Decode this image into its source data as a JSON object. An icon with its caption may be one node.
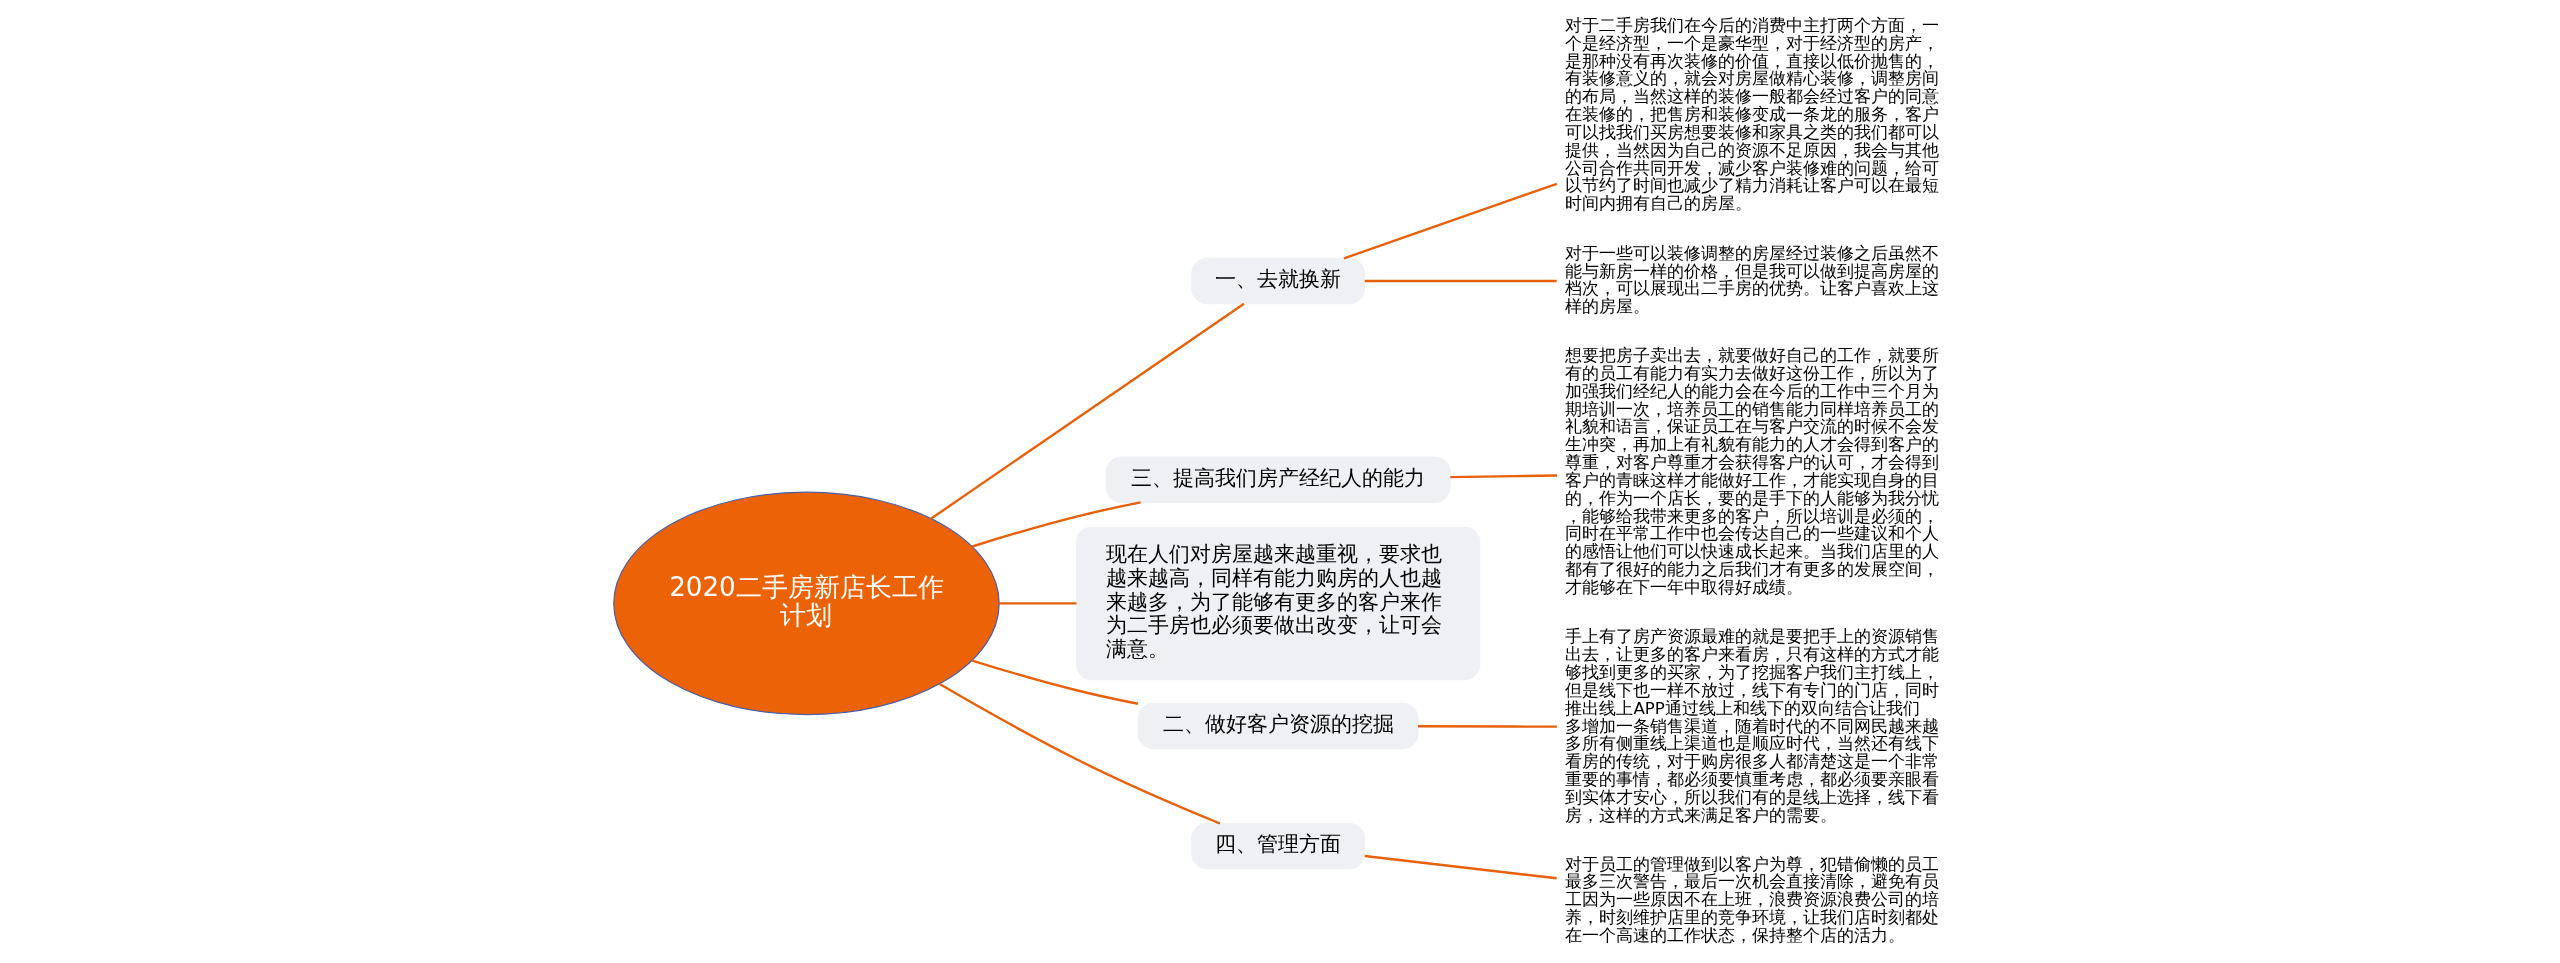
{
  "diagram": {
    "nodes": [
      {
        "text": [
          "2020二手房新店长工作计划"
        ]
      },
      {
        "text": [
          "一、去就换新"
        ]
      },
      {
        "text": [
          "对于二手房我们在今后的消费中主打两个方面，一个是经济型，一个是豪华型，对于经济型的房产，是那种没有再次装修的价值，直接以低价抛售的，有装修意义的，就会对房屋做精心装修，调整房间的布局，当然这样的装修一般都会经过客户的同意在装修的，把售房和装修变成一条龙的服务，客户可以找我们买房想要装修和家具之类的我们都可以提供，当然因为自己的资源不足原因，我会与其他公司合作共同开发，减少客户装修难的问题，给可以节约了时间也减少了精力消耗让客户可以在最短时间内拥有自己的房屋。"
        ]
      },
      {
        "text": [
          "对于一些可以装修调整的房屋经过装修之后虽然不能与新房一样的价格，但是我可以做到提高房屋的档次，可以展现出二手房的优势。让客户喜欢上这样的房屋。"
        ]
      },
      {
        "text": [
          "三、提高我们房产经纪人的能力"
        ]
      },
      {
        "text": [
          "想要把房子卖出去，就要做好自己的工作，就要所有的员工有能力有实力去做好这份工作，所以为了加强我们经纪人的能力会在今后的工作中三个月为期培训一次，培养员工的销售能力同样培养员工的礼貌和语言，保证员工在与客户交流的时候不会发生冲突，再加上有礼貌有能力的人才会得到客户的尊重，对客户尊重才会获得客户的认可，才会得到客户的青睐这样才能做好工作，才能实现自身的目的，作为一个店长，要的是手下的人能够为我分忧，能够给我带来更多的客户，所以培训是必须的，同时在平常工作中也会传达自己的一些建议和个人的感悟让他们可以快速成长起来。当我们店里的人都有了很好的能力之后我们才有更多的发展空间，才能够在下一年中取得好成绩。"
        ]
      },
      {
        "text": [
          "现在人们对房屋越来越重视，要求也越来越高，同样有能力购房的人也越来越多，为了能够有更多的客户来作为二手房也必须要做出改变，让可会满意。"
        ]
      },
      {
        "text": [
          "二、做好客户资源的挖掘"
        ]
      },
      {
        "text": [
          "手上有了房产资源最难的就是要把手上的资源销售出去，让更多的客户来看房，只有这样的方式才能够找到更多的买家，为了挖掘客户我们主打线上，但是线下也一样不放过，线下有专门的门店，同时推出线上APP通过线上和线下的双向结合让我们多增加一条销售渠道，随着时代的不同网民越来越多所有侧重线上渠道也是顺应时代，当然还有线下看房的传统，对于购房很多人都清楚这是一个非常重要的事情，都必须要慎重考虑，都必须要亲眼看到实体才安心，所以我们有的是线上选择，线下看房，这样的方式来满足客户的需要。"
        ]
      },
      {
        "text": [
          "四、管理方面"
        ]
      },
      {
        "text": [
          "对于员工的管理做到以客户为尊，犯错偷懒的员工最多三次警告，最后一次机会直接清除，避免有员工因为一些原因不在上班，浪费资源浪费公司的培养，时刻维护店里的竞争环境，让我们店时刻都处在一个高速的工作状态，保持整个店的活力。"
        ]
      }
    ],
    "edges": [
      {
        "from": 0,
        "to": 1,
        "arrow": "none"
      },
      {
        "from": 0,
        "to": 4,
        "arrow": "none"
      },
      {
        "from": 0,
        "to": 6,
        "arrow": "none"
      },
      {
        "from": 0,
        "to": 7,
        "arrow": "none"
      },
      {
        "from": 0,
        "to": 9,
        "arrow": "none"
      },
      {
        "from": 1,
        "to": 2,
        "arrow": "none"
      },
      {
        "from": 1,
        "to": 3,
        "arrow": "none"
      },
      {
        "from": 4,
        "to": 5,
        "arrow": "none"
      },
      {
        "from": 7,
        "to": 8,
        "arrow": "none"
      },
      {
        "from": 9,
        "to": 10,
        "arrow": "none"
      }
    ]
  }
}
